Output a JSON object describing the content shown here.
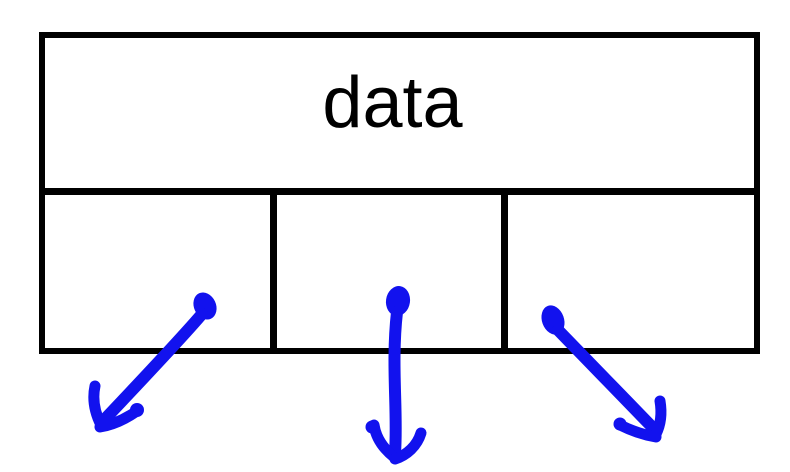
{
  "diagram": {
    "header_label": "data",
    "description": "A data block partitioned into three parts, each with a blue hand-drawn arrow pointing outward below",
    "cells": [
      {
        "name": "partition-1",
        "label": ""
      },
      {
        "name": "partition-2",
        "label": ""
      },
      {
        "name": "partition-3",
        "label": ""
      }
    ],
    "arrows": [
      {
        "name": "arrow-down-left",
        "direction": "down-left",
        "from_cell": "partition-1"
      },
      {
        "name": "arrow-down",
        "direction": "down",
        "from_cell": "partition-2"
      },
      {
        "name": "arrow-down-right",
        "direction": "down-right",
        "from_cell": "partition-3"
      }
    ]
  },
  "colors": {
    "border": "#000000",
    "arrow": "#1212ee",
    "background": "#ffffff"
  }
}
